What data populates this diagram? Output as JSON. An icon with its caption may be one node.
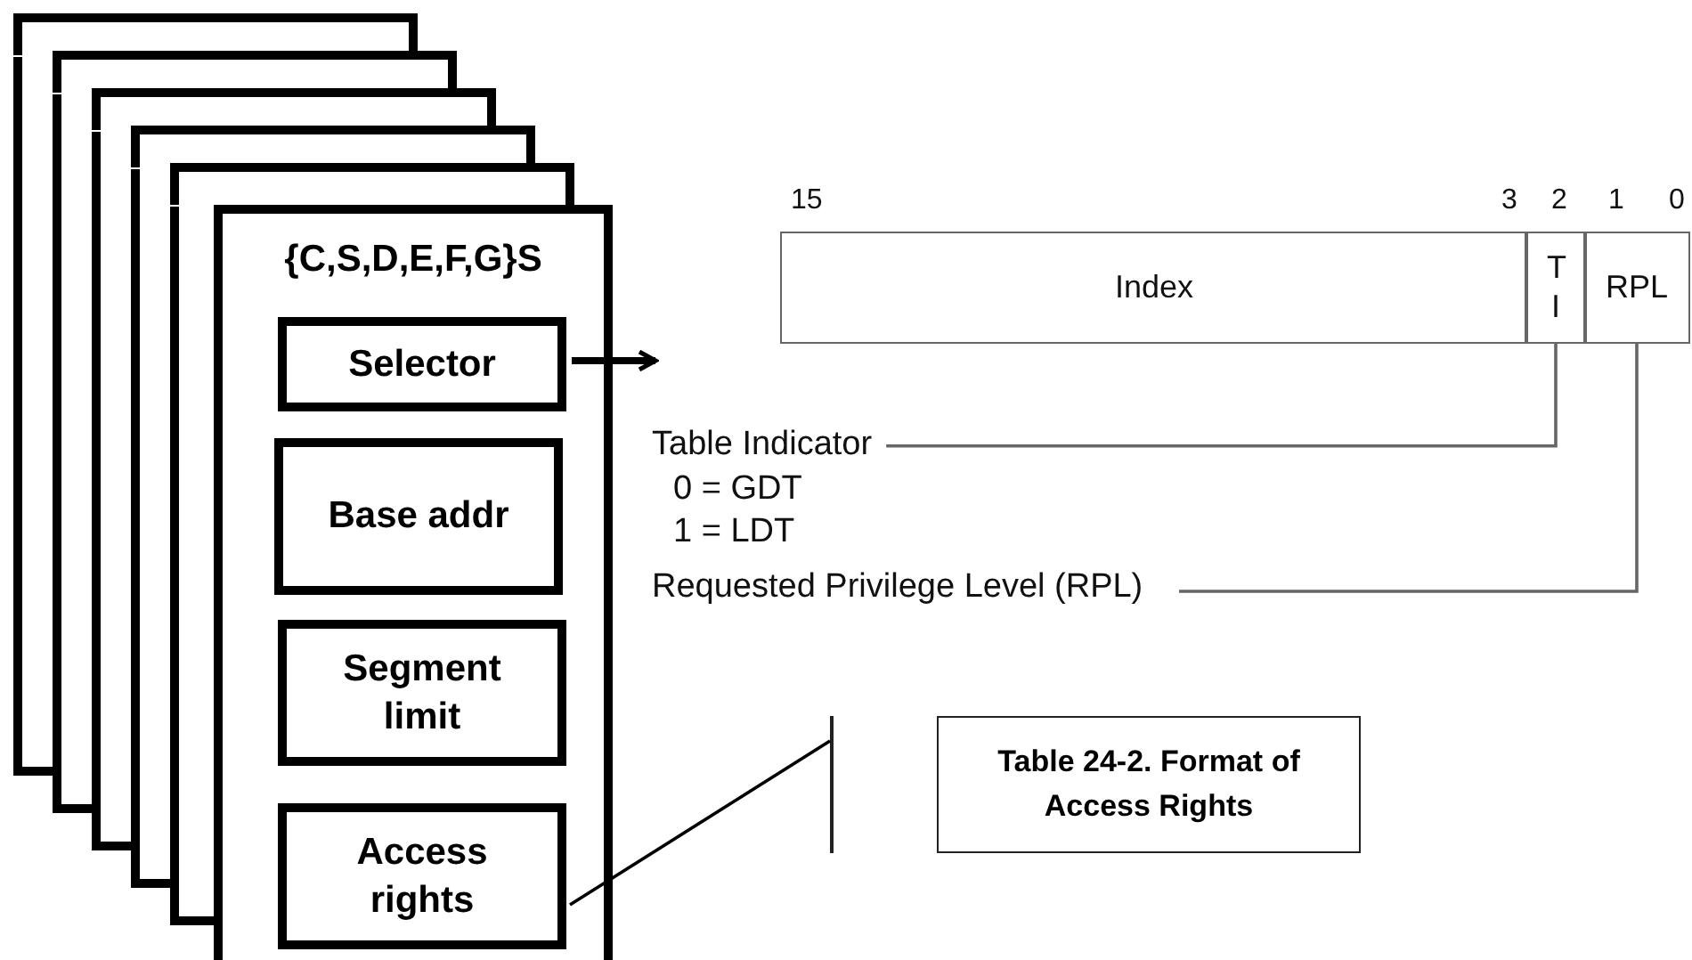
{
  "diagram": {
    "nodes": [
      {
        "text": [
          "{C,S,D,E,F,G}S"
        ]
      },
      {
        "text": [
          "Selector"
        ],
        "in": 0
      },
      {
        "text": [
          "Base addr"
        ],
        "in": 0
      },
      {
        "text": [
          "Segment limit"
        ],
        "in": 0
      },
      {
        "text": [
          "Access rights"
        ],
        "in": 0
      },
      {
        "text": [
          "Index"
        ],
        "beside": [
          "15",
          "3"
        ]
      },
      {
        "text": [
          "T I"
        ],
        "beside": [
          "2"
        ]
      },
      {
        "text": [
          "RPL"
        ],
        "beside": [
          "1",
          "0"
        ]
      },
      {
        "text": [
          "Table Indicator",
          "0 = GDT",
          "1 = LDT"
        ]
      },
      {
        "text": [
          "Requested Privilege Level (RPL)"
        ]
      },
      {
        "text": [],
        "shape": "bar"
      },
      {
        "text": [
          "Table 24-2. Format of Access Rights"
        ]
      }
    ],
    "edges": [
      {
        "from": 1,
        "to": null,
        "arrow": "to",
        "style": "thick"
      },
      {
        "from": 8,
        "to": 6,
        "arrow": "none",
        "color": "#666666"
      },
      {
        "from": 9,
        "to": 7,
        "arrow": "none",
        "color": "#666666"
      },
      {
        "from": 4,
        "to": 10,
        "arrow": "none"
      }
    ]
  }
}
